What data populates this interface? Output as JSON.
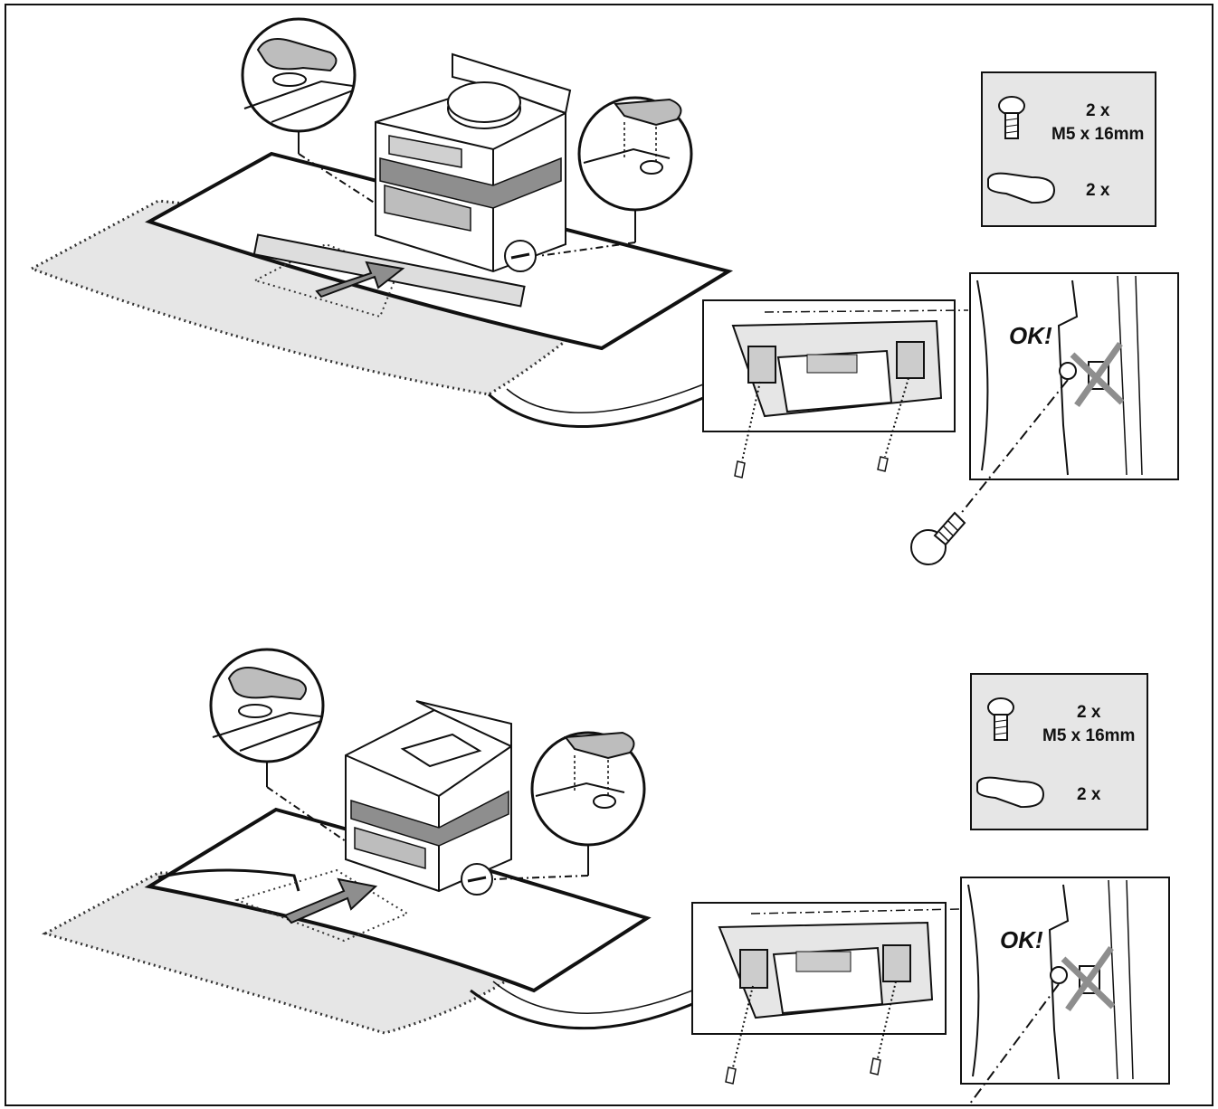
{
  "panel_top": {
    "parts": {
      "screw_qty": "2 x",
      "screw_size": "M5 x 16mm",
      "clip_qty": "2 x"
    },
    "ok_label": "OK!"
  },
  "panel_bottom": {
    "parts": {
      "screw_qty": "2 x",
      "screw_size": "M5 x 16mm",
      "clip_qty": "2 x"
    },
    "ok_label": "OK!"
  },
  "colors": {
    "line": "#111111",
    "shade_light": "#e6e6e6",
    "shade_mid": "#bdbdbd",
    "shade_dark": "#8e8e8e",
    "paper": "#ffffff"
  }
}
